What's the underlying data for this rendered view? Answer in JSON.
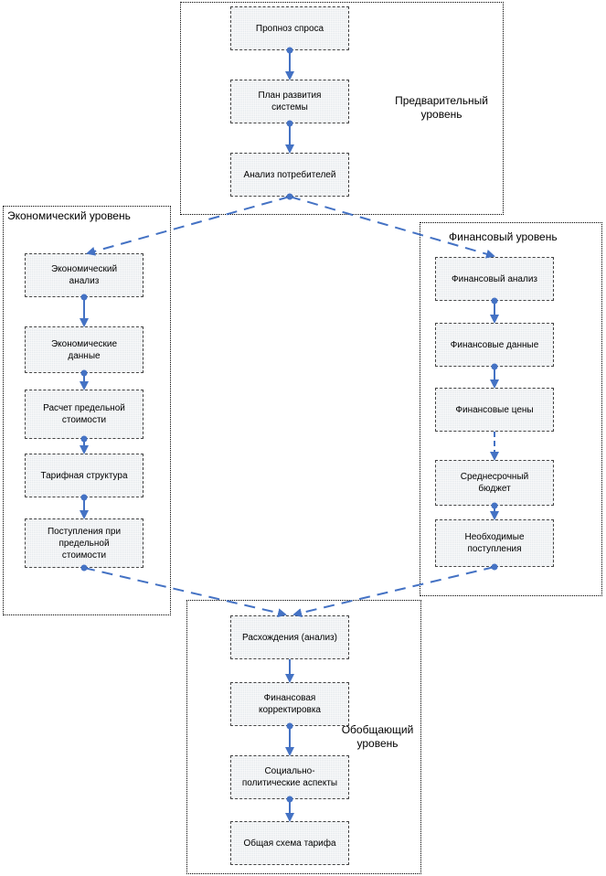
{
  "frames": {
    "preliminary_title": "Предварительный\nуровень",
    "economic_title": "Экономический уровень",
    "financial_title": "Финансовый уровень",
    "summary_title": "Обобщающий\nуровень"
  },
  "boxes": {
    "demand_forecast": "Пропноз спроса",
    "system_development_plan": "План развития\nсистемы",
    "consumer_analysis": "Анализ потребителей",
    "economic_analysis": "Экономический\nанализ",
    "economic_data": "Экономические\nданные",
    "marginal_cost_calc": "Расчет предельной\nстоимости",
    "tariff_structure": "Тарифная структура",
    "marginal_cost_revenue": "Поступления при\nпредельной\nстоимости",
    "financial_analysis": "Финансовый анализ",
    "financial_data": "Финансовые данные",
    "financial_prices": "Финансовые цены",
    "medium_term_budget": "Среднесрочный\nбюджет",
    "required_revenue": "Необходимые\nпоступления",
    "discrepancy_analysis": "Расхождения (анализ)",
    "financial_adjustment": "Финансовая\nкорректировка",
    "sociopolitical_aspects": "Социально-\nполитические аспекты",
    "tariff_scheme": "Общая схема тарифа"
  },
  "colors": {
    "connector": "#4472c4",
    "box_fill": "#e4e8ec",
    "frame_border": "#000000"
  }
}
